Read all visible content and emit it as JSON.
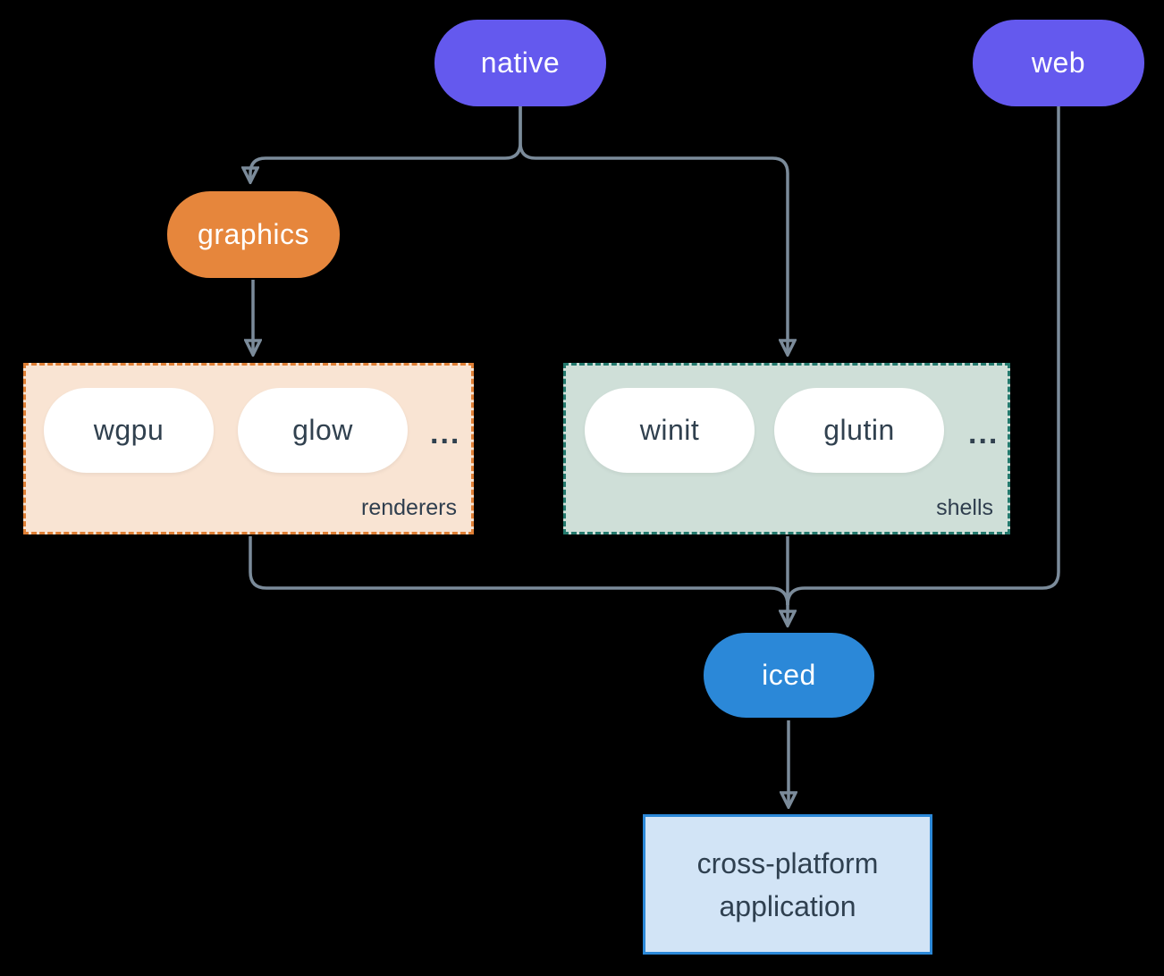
{
  "nodes": {
    "native": {
      "label": "native"
    },
    "web": {
      "label": "web"
    },
    "graphics": {
      "label": "graphics"
    },
    "iced": {
      "label": "iced"
    },
    "application": {
      "label": "cross-platform application"
    }
  },
  "groups": {
    "renderers": {
      "label": "renderers",
      "items": [
        "wgpu",
        "glow"
      ],
      "ellipsis": "..."
    },
    "shells": {
      "label": "shells",
      "items": [
        "winit",
        "glutin"
      ],
      "ellipsis": "..."
    }
  },
  "colors": {
    "background": "#000000",
    "purple_pill": "#6459ee",
    "orange_pill": "#e6863c",
    "blue_pill": "#2b88d8",
    "white_pill": "#ffffff",
    "renderers_bg": "#f9e4d3",
    "renderers_border": "#df7f35",
    "shells_bg": "#cfdfd8",
    "shells_border": "#23796d",
    "app_bg": "#d2e4f6",
    "app_border": "#2b88d8",
    "connector": "#7b8b9a",
    "dark_text": "#2f4050",
    "pill_text": "#ffffff"
  }
}
